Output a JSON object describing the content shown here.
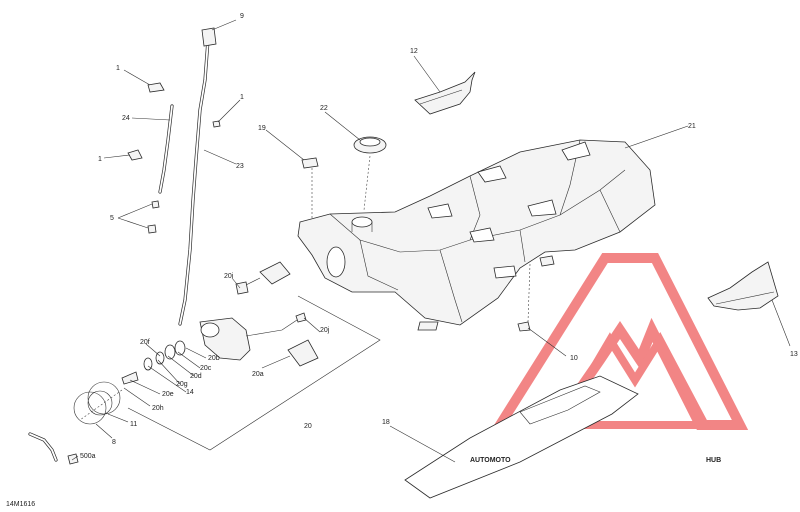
{
  "drawing_code": "14M1616",
  "watermark": {
    "word_left": "AUTOMOTO",
    "word_right": "HUB",
    "color_left": "#f0c060",
    "color_mid": "#f07060",
    "color_right": "#555555",
    "logo_color": "#f07070"
  },
  "callouts": [
    {
      "id": "c9",
      "label": "9"
    },
    {
      "id": "c1a",
      "label": "1"
    },
    {
      "id": "c1b",
      "label": "1"
    },
    {
      "id": "c1c",
      "label": "1"
    },
    {
      "id": "c24",
      "label": "24"
    },
    {
      "id": "c23",
      "label": "23"
    },
    {
      "id": "c5",
      "label": "5"
    },
    {
      "id": "c12",
      "label": "12"
    },
    {
      "id": "c22",
      "label": "22"
    },
    {
      "id": "c19",
      "label": "19"
    },
    {
      "id": "c21",
      "label": "21"
    },
    {
      "id": "c20i",
      "label": "20i"
    },
    {
      "id": "c20j",
      "label": "20j"
    },
    {
      "id": "c20f",
      "label": "20f"
    },
    {
      "id": "c20b",
      "label": "20b"
    },
    {
      "id": "c20c",
      "label": "20c"
    },
    {
      "id": "c20d",
      "label": "20d"
    },
    {
      "id": "c20g",
      "label": "20g"
    },
    {
      "id": "c20a",
      "label": "20a"
    },
    {
      "id": "c14",
      "label": "14"
    },
    {
      "id": "c20e",
      "label": "20e"
    },
    {
      "id": "c20h",
      "label": "20h"
    },
    {
      "id": "c11",
      "label": "11"
    },
    {
      "id": "c8",
      "label": "8"
    },
    {
      "id": "c500a",
      "label": "500a"
    },
    {
      "id": "c20",
      "label": "20"
    },
    {
      "id": "c10",
      "label": "10"
    },
    {
      "id": "c13",
      "label": "13"
    },
    {
      "id": "c18",
      "label": "18"
    }
  ]
}
